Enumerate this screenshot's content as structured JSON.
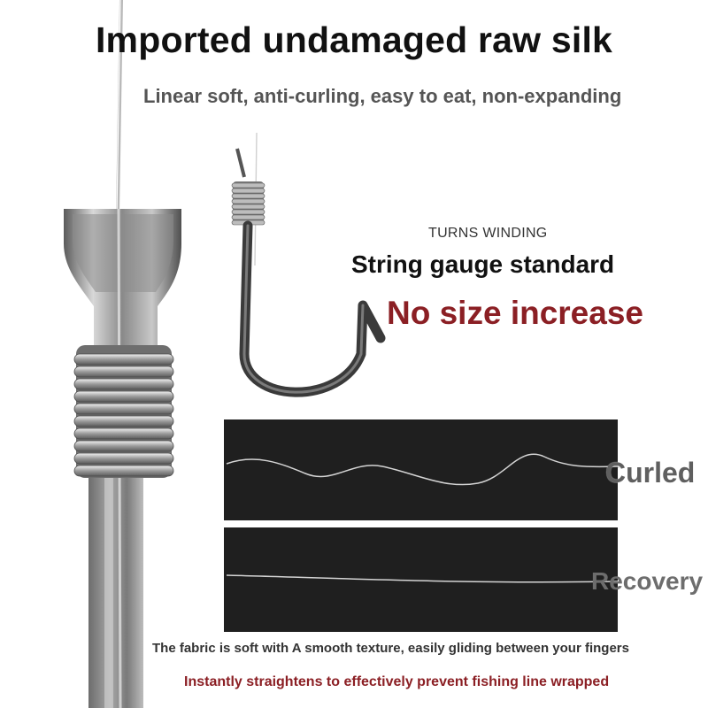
{
  "header": {
    "title": "Imported undamaged raw silk",
    "subtitle": "Linear soft, anti-curling, easy to eat, non-expanding"
  },
  "hook_callout": {
    "tagline": "TURNS WINDING",
    "headline": "String gauge standard",
    "highlight": "No size increase"
  },
  "comparison": {
    "curled_label": "Curled",
    "recovery_label": "Recovery"
  },
  "footer": {
    "line1": "The fabric is soft with A smooth texture, easily gliding between your fingers",
    "line2": "Instantly straightens to effectively prevent fishing line wrapped"
  },
  "colors": {
    "highlight_red": "#8b1f24",
    "panel_dark": "#1f1f1f",
    "metal_gray": "#8e8e8e"
  }
}
